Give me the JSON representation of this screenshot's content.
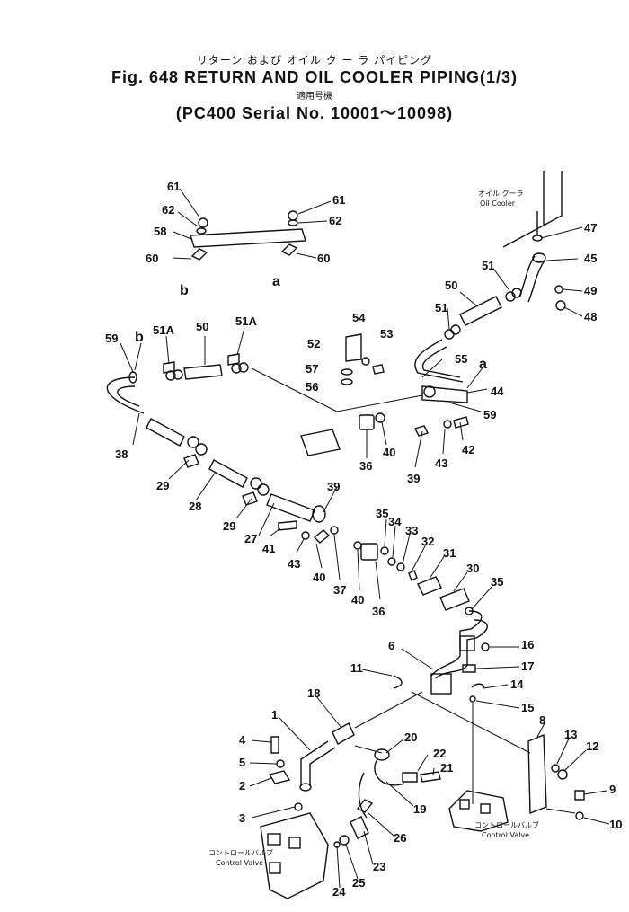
{
  "header": {
    "title_jp": "リターン および オイル ク ー ラ パイピング",
    "title": "Fig. 648 RETURN AND OIL COOLER PIPING(1/3)",
    "applicable_jp": "適用号機",
    "serial": "(PC400 Serial No. 10001～10098)"
  },
  "notes": {
    "oil_cooler_jp": "オイル クーラ",
    "oil_cooler": "Oil Cooler",
    "control_valve_jp_1": "コントロールバルブ",
    "control_valve_1": "Control Valve",
    "control_valve_jp_2": "コントロールバルブ",
    "control_valve_2": "Control Valve"
  },
  "callouts": {
    "c61a": "61",
    "c61b": "61",
    "c62a": "62",
    "c62b": "62",
    "c58": "58",
    "c60a": "60",
    "c60b": "60",
    "cb1": "b",
    "ca1": "a",
    "c47": "47",
    "c45": "45",
    "c51": "51",
    "c49": "49",
    "c48": "48",
    "c50a": "50",
    "c51b": "51",
    "c59a": "59",
    "cb2": "b",
    "c51Aa": "51A",
    "c50b": "50",
    "c51Ab": "51A",
    "c54": "54",
    "c52": "52",
    "c53": "53",
    "c57": "57",
    "c56": "56",
    "c55": "55",
    "ca2": "a",
    "c44": "44",
    "c59b": "59",
    "c38": "38",
    "c36a": "36",
    "c40a": "40",
    "c39a": "39",
    "c43a": "43",
    "c42": "42",
    "c29a": "29",
    "c28": "28",
    "c29b": "29",
    "c27": "27",
    "c39b": "39",
    "c41": "41",
    "c43b": "43",
    "c40b": "40",
    "c37": "37",
    "c40c": "40",
    "c36b": "36",
    "c35a": "35",
    "c34": "34",
    "c33": "33",
    "c32": "32",
    "c31": "31",
    "c30": "30",
    "c35b": "35",
    "c6": "6",
    "c16": "16",
    "c11": "11",
    "c17": "17",
    "c14": "14",
    "c15": "15",
    "c18": "18",
    "c1": "1",
    "c4": "4",
    "c5": "5",
    "c2": "2",
    "c3": "3",
    "c20": "20",
    "c22": "22",
    "c21": "21",
    "c19": "19",
    "c8": "8",
    "c13": "13",
    "c12": "12",
    "c9": "9",
    "c10": "10",
    "c26": "26",
    "c23": "23",
    "c24": "24",
    "c25": "25"
  }
}
